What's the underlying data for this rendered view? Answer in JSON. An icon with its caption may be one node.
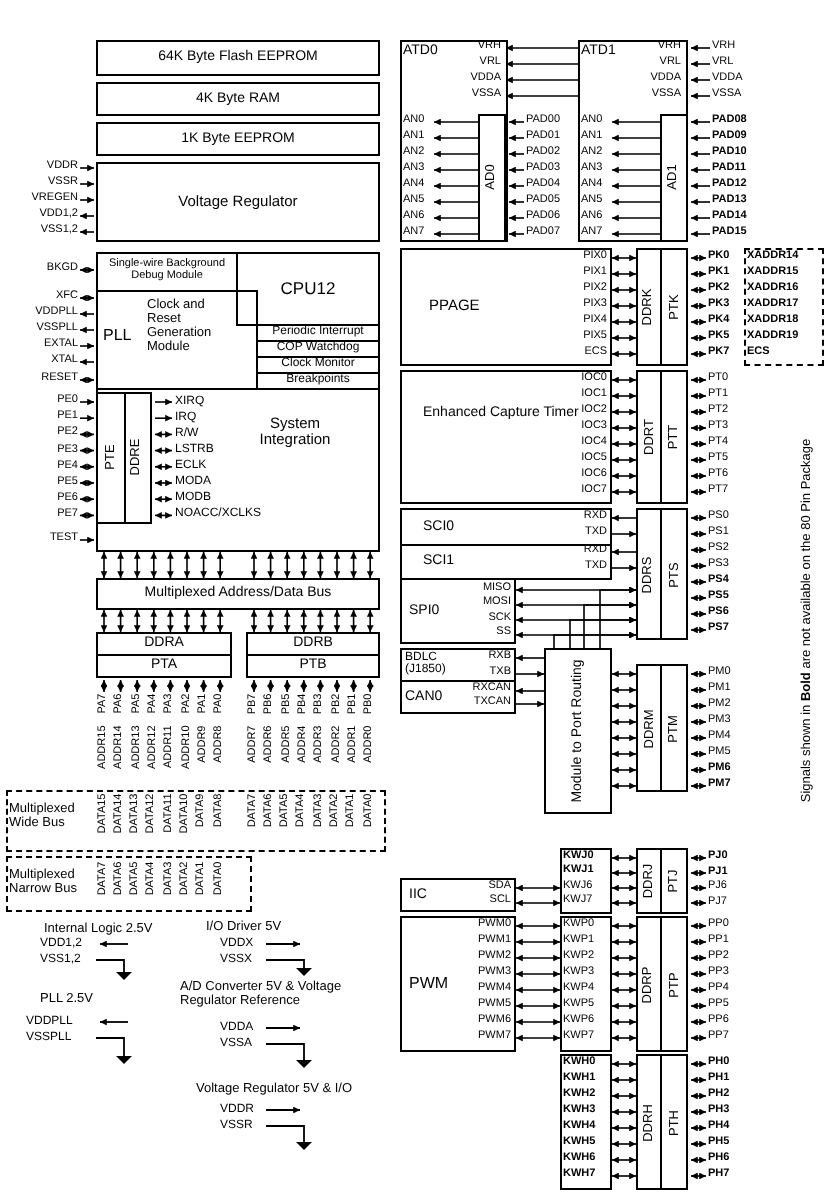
{
  "diagram": {
    "nodes": [
      {
        "text": [
          "64K Byte Flash EEPROM"
        ]
      },
      {
        "text": [
          "4K Byte RAM"
        ]
      },
      {
        "text": [
          "1K Byte EEPROM"
        ]
      },
      {
        "text": [
          "Voltage Regulator"
        ]
      },
      {
        "text": [
          "Single-wire Background Debug Module"
        ]
      },
      {
        "text": [
          "CPU12"
        ]
      },
      {
        "text": [
          "PLL",
          "Clock and Reset Generation Module"
        ]
      },
      {
        "text": [
          "Periodic Interrupt"
        ]
      },
      {
        "text": [
          "COP Watchdog"
        ]
      },
      {
        "text": [
          "Clock Monitor"
        ]
      },
      {
        "text": [
          "Breakpoints"
        ]
      },
      {
        "text": [
          "System Integration",
          "XIRQ",
          "IRQ",
          "R/W",
          "LSTRB",
          "ECLK",
          "MODA",
          "MODB",
          "NOACC/XCLKS"
        ]
      },
      {
        "text": [
          "PTE"
        ],
        "in": 11
      },
      {
        "text": [
          "DDRE"
        ],
        "in": 11
      },
      {
        "text": [
          "ATD0",
          "VRH",
          "VRL",
          "VDDA",
          "VSSA",
          "AN0",
          "AN1",
          "AN2",
          "AN3",
          "AN4",
          "AN5",
          "AN6",
          "AN7"
        ]
      },
      {
        "text": [
          "AD0"
        ],
        "in": 14
      },
      {
        "text": [
          "ATD1",
          "VRH",
          "VRL",
          "VDDA",
          "VSSA",
          "AN0",
          "AN1",
          "AN2",
          "AN3",
          "AN4",
          "AN5",
          "AN6",
          "AN7"
        ]
      },
      {
        "text": [
          "AD1"
        ],
        "in": 16
      },
      {
        "text": [
          "PPAGE",
          "PIX0",
          "PIX1",
          "PIX2",
          "PIX3",
          "PIX4",
          "PIX5",
          "ECS"
        ]
      },
      {
        "text": [
          "DDRK"
        ]
      },
      {
        "text": [
          "PTK"
        ]
      },
      {
        "text": [
          "Enhanced Capture Timer",
          "IOC0",
          "IOC1",
          "IOC2",
          "IOC3",
          "IOC4",
          "IOC5",
          "IOC6",
          "IOC7"
        ]
      },
      {
        "text": [
          "DDRT"
        ]
      },
      {
        "text": [
          "PTT"
        ]
      },
      {
        "text": [
          "SCI0",
          "RXD",
          "TXD"
        ]
      },
      {
        "text": [
          "SCI1",
          "RXD",
          "TXD"
        ]
      },
      {
        "text": [
          "SPI0",
          "MISO",
          "MOSI",
          "SCK",
          "SS"
        ]
      },
      {
        "text": [
          "DDRS"
        ]
      },
      {
        "text": [
          "PTS"
        ]
      },
      {
        "text": [
          "BDLC (J1850)",
          "RXB",
          "TXB"
        ]
      },
      {
        "text": [
          "CAN0",
          "RXCAN",
          "TXCAN"
        ]
      },
      {
        "text": [
          "Module to Port Routing"
        ]
      },
      {
        "text": [
          "DDRM"
        ]
      },
      {
        "text": [
          "PTM"
        ]
      },
      {
        "text": [
          "IIC",
          "SDA",
          "SCL"
        ]
      },
      {
        "text": [
          "PWM",
          "PWM0",
          "PWM1",
          "PWM2",
          "PWM3",
          "PWM4",
          "PWM5",
          "PWM6",
          "PWM7"
        ]
      },
      {
        "text": [
          "KWJ0",
          "KWJ1",
          "KWJ6",
          "KWJ7"
        ]
      },
      {
        "text": [
          "DDRJ"
        ]
      },
      {
        "text": [
          "PTJ"
        ]
      },
      {
        "text": [
          "KWP0",
          "KWP1",
          "KWP2",
          "KWP3",
          "KWP4",
          "KWP5",
          "KWP6",
          "KWP7"
        ]
      },
      {
        "text": [
          "DDRP"
        ]
      },
      {
        "text": [
          "PTP"
        ]
      },
      {
        "text": [
          "KWH0",
          "KWH1",
          "KWH2",
          "KWH3",
          "KWH4",
          "KWH5",
          "KWH6",
          "KWH7"
        ]
      },
      {
        "text": [
          "DDRH"
        ]
      },
      {
        "text": [
          "PTH"
        ]
      },
      {
        "text": [
          "Multiplexed Address/Data Bus"
        ]
      },
      {
        "text": [
          "DDRA"
        ]
      },
      {
        "text": [
          "PTA"
        ]
      },
      {
        "text": [
          "DDRB"
        ]
      },
      {
        "text": [
          "PTB"
        ]
      },
      {
        "text": [
          "XADDR14",
          "XADDR15",
          "XADDR16",
          "XADDR17",
          "XADDR18",
          "XADDR19",
          "ECS"
        ]
      },
      {
        "text": [
          "Multiplexed Wide Bus",
          "DATA15",
          "DATA14",
          "DATA13",
          "DATA12",
          "DATA11",
          "DATA10",
          "DATA9",
          "DATA8",
          "DATA7",
          "DATA6",
          "DATA5",
          "DATA4",
          "DATA3",
          "DATA2",
          "DATA1",
          "DATA0"
        ]
      },
      {
        "text": [
          "Multiplexed Narrow Bus",
          "DATA7",
          "DATA6",
          "DATA5",
          "DATA4",
          "DATA3",
          "DATA2",
          "DATA1",
          "DATA0"
        ]
      }
    ],
    "edges": [
      {
        "from": 16,
        "to": 14,
        "arrow": "to"
      },
      {
        "from": 16,
        "to": 14,
        "arrow": "to"
      },
      {
        "from": 16,
        "to": 14,
        "arrow": "to"
      },
      {
        "from": 16,
        "to": 14,
        "arrow": "to"
      },
      {
        "from": 15,
        "to": 14,
        "arrow": "to"
      },
      {
        "from": 15,
        "to": 14,
        "arrow": "to"
      },
      {
        "from": 15,
        "to": 14,
        "arrow": "to"
      },
      {
        "from": 15,
        "to": 14,
        "arrow": "to"
      },
      {
        "from": 15,
        "to": 14,
        "arrow": "to"
      },
      {
        "from": 15,
        "to": 14,
        "arrow": "to"
      },
      {
        "from": 15,
        "to": 14,
        "arrow": "to"
      },
      {
        "from": 15,
        "to": 14,
        "arrow": "to"
      },
      {
        "from": 17,
        "to": 16,
        "arrow": "to"
      },
      {
        "from": 17,
        "to": 16,
        "arrow": "to"
      },
      {
        "from": 17,
        "to": 16,
        "arrow": "to"
      },
      {
        "from": 17,
        "to": 16,
        "arrow": "to"
      },
      {
        "from": 17,
        "to": 16,
        "arrow": "to"
      },
      {
        "from": 17,
        "to": 16,
        "arrow": "to"
      },
      {
        "from": 17,
        "to": 16,
        "arrow": "to"
      },
      {
        "from": 17,
        "to": 16,
        "arrow": "to"
      },
      {
        "from": 18,
        "to": 19,
        "arrow": "both"
      },
      {
        "from": 18,
        "to": 19,
        "arrow": "both"
      },
      {
        "from": 18,
        "to": 19,
        "arrow": "both"
      },
      {
        "from": 18,
        "to": 19,
        "arrow": "both"
      },
      {
        "from": 18,
        "to": 19,
        "arrow": "both"
      },
      {
        "from": 18,
        "to": 19,
        "arrow": "both"
      },
      {
        "from": 18,
        "to": 19,
        "arrow": "both"
      },
      {
        "from": 21,
        "to": 22,
        "arrow": "both"
      },
      {
        "from": 21,
        "to": 22,
        "arrow": "both"
      },
      {
        "from": 21,
        "to": 22,
        "arrow": "both"
      },
      {
        "from": 21,
        "to": 22,
        "arrow": "both"
      },
      {
        "from": 21,
        "to": 22,
        "arrow": "both"
      },
      {
        "from": 21,
        "to": 22,
        "arrow": "both"
      },
      {
        "from": 21,
        "to": 22,
        "arrow": "both"
      },
      {
        "from": 21,
        "to": 22,
        "arrow": "both"
      },
      {
        "from": 27,
        "to": 24,
        "arrow": "to"
      },
      {
        "from": 24,
        "to": 27,
        "arrow": "to"
      },
      {
        "from": 27,
        "to": 25,
        "arrow": "to"
      },
      {
        "from": 25,
        "to": 27,
        "arrow": "to"
      },
      {
        "from": 26,
        "to": 27,
        "arrow": "both"
      },
      {
        "from": 26,
        "to": 27,
        "arrow": "both"
      },
      {
        "from": 26,
        "to": 27,
        "arrow": "both"
      },
      {
        "from": 26,
        "to": 27,
        "arrow": "both"
      },
      {
        "from": 31,
        "to": 27,
        "arrow": "to"
      },
      {
        "from": 31,
        "to": 27,
        "arrow": "to"
      },
      {
        "from": 31,
        "to": 27,
        "arrow": "to"
      },
      {
        "from": 31,
        "to": 27,
        "arrow": "to"
      },
      {
        "from": 31,
        "to": 29,
        "arrow": "to"
      },
      {
        "from": 29,
        "to": 31,
        "arrow": "to"
      },
      {
        "from": 31,
        "to": 30,
        "arrow": "to"
      },
      {
        "from": 30,
        "to": 31,
        "arrow": "to"
      },
      {
        "from": 31,
        "to": 32,
        "arrow": "both"
      },
      {
        "from": 31,
        "to": 32,
        "arrow": "both"
      },
      {
        "from": 31,
        "to": 32,
        "arrow": "both"
      },
      {
        "from": 31,
        "to": 32,
        "arrow": "both"
      },
      {
        "from": 31,
        "to": 32,
        "arrow": "both"
      },
      {
        "from": 31,
        "to": 32,
        "arrow": "both"
      },
      {
        "from": 31,
        "to": 32,
        "arrow": "both"
      },
      {
        "from": 31,
        "to": 32,
        "arrow": "both"
      },
      {
        "from": 34,
        "to": 36,
        "arrow": "both"
      },
      {
        "from": 34,
        "to": 36,
        "arrow": "both"
      },
      {
        "from": 35,
        "to": 39,
        "arrow": "both"
      },
      {
        "from": 35,
        "to": 39,
        "arrow": "both"
      },
      {
        "from": 35,
        "to": 39,
        "arrow": "both"
      },
      {
        "from": 35,
        "to": 39,
        "arrow": "both"
      },
      {
        "from": 35,
        "to": 39,
        "arrow": "both"
      },
      {
        "from": 35,
        "to": 39,
        "arrow": "both"
      },
      {
        "from": 35,
        "to": 39,
        "arrow": "both"
      },
      {
        "from": 35,
        "to": 39,
        "arrow": "both"
      },
      {
        "from": 36,
        "to": 37,
        "arrow": "both"
      },
      {
        "from": 36,
        "to": 37,
        "arrow": "both"
      },
      {
        "from": 36,
        "to": 37,
        "arrow": "both"
      },
      {
        "from": 36,
        "to": 37,
        "arrow": "both"
      },
      {
        "from": 39,
        "to": 40,
        "arrow": "both"
      },
      {
        "from": 39,
        "to": 40,
        "arrow": "both"
      },
      {
        "from": 39,
        "to": 40,
        "arrow": "both"
      },
      {
        "from": 39,
        "to": 40,
        "arrow": "both"
      },
      {
        "from": 39,
        "to": 40,
        "arrow": "both"
      },
      {
        "from": 39,
        "to": 40,
        "arrow": "both"
      },
      {
        "from": 39,
        "to": 40,
        "arrow": "both"
      },
      {
        "from": 39,
        "to": 40,
        "arrow": "both"
      },
      {
        "from": 42,
        "to": 43,
        "arrow": "both"
      },
      {
        "from": 42,
        "to": 43,
        "arrow": "both"
      },
      {
        "from": 42,
        "to": 43,
        "arrow": "both"
      },
      {
        "from": 42,
        "to": 43,
        "arrow": "both"
      },
      {
        "from": 42,
        "to": 43,
        "arrow": "both"
      },
      {
        "from": 42,
        "to": 43,
        "arrow": "both"
      },
      {
        "from": 42,
        "to": 43,
        "arrow": "both"
      },
      {
        "from": 42,
        "to": 43,
        "arrow": "both"
      },
      {
        "from": 11,
        "to": 45,
        "arrow": "both"
      },
      {
        "from": 11,
        "to": 45,
        "arrow": "both"
      },
      {
        "from": 11,
        "to": 45,
        "arrow": "both"
      },
      {
        "from": 11,
        "to": 45,
        "arrow": "both"
      },
      {
        "from": 11,
        "to": 45,
        "arrow": "both"
      },
      {
        "from": 11,
        "to": 45,
        "arrow": "both"
      },
      {
        "from": 11,
        "to": 45,
        "arrow": "both"
      },
      {
        "from": 11,
        "to": 45,
        "arrow": "both"
      },
      {
        "from": 11,
        "to": 45,
        "arrow": "both"
      },
      {
        "from": 11,
        "to": 45,
        "arrow": "both"
      },
      {
        "from": 11,
        "to": 45,
        "arrow": "both"
      },
      {
        "from": 11,
        "to": 45,
        "arrow": "both"
      },
      {
        "from": 11,
        "to": 45,
        "arrow": "both"
      },
      {
        "from": 11,
        "to": 45,
        "arrow": "both"
      },
      {
        "from": 11,
        "to": 45,
        "arrow": "both"
      },
      {
        "from": 11,
        "to": 45,
        "arrow": "both"
      },
      {
        "from": 45,
        "to": 46,
        "arrow": "both"
      },
      {
        "from": 45,
        "to": 46,
        "arrow": "both"
      },
      {
        "from": 45,
        "to": 46,
        "arrow": "both"
      },
      {
        "from": 45,
        "to": 46,
        "arrow": "both"
      },
      {
        "from": 45,
        "to": 46,
        "arrow": "both"
      },
      {
        "from": 45,
        "to": 46,
        "arrow": "both"
      },
      {
        "from": 45,
        "to": 46,
        "arrow": "both"
      },
      {
        "from": 45,
        "to": 46,
        "arrow": "both"
      },
      {
        "from": 45,
        "to": 48,
        "arrow": "both"
      },
      {
        "from": 45,
        "to": 48,
        "arrow": "both"
      },
      {
        "from": 45,
        "to": 48,
        "arrow": "both"
      },
      {
        "from": 45,
        "to": 48,
        "arrow": "both"
      },
      {
        "from": 45,
        "to": 48,
        "arrow": "both"
      },
      {
        "from": 45,
        "to": 48,
        "arrow": "both"
      },
      {
        "from": 45,
        "to": 48,
        "arrow": "both"
      },
      {
        "from": 45,
        "to": 48,
        "arrow": "both"
      }
    ],
    "labels": [
      "VDDR",
      "VSSR",
      "VREGEN",
      "VDD1,2",
      "VSS1,2",
      "BKGD",
      "XFC",
      "VDDPLL",
      "VSSPLL",
      "EXTAL",
      "XTAL",
      "RESET",
      "PE0",
      "PE1",
      "PE2",
      "PE3",
      "PE4",
      "PE5",
      "PE6",
      "PE7",
      "TEST",
      "PAD00",
      "PAD01",
      "PAD02",
      "PAD03",
      "PAD04",
      "PAD05",
      "PAD06",
      "PAD07",
      "VRH",
      "VRL",
      "VDDA",
      "VSSA",
      "PAD08",
      "PAD09",
      "PAD10",
      "PAD11",
      "PAD12",
      "PAD13",
      "PAD14",
      "PAD15",
      "PK0",
      "PK1",
      "PK2",
      "PK3",
      "PK4",
      "PK5",
      "PK7",
      "PT0",
      "PT1",
      "PT2",
      "PT3",
      "PT4",
      "PT5",
      "PT6",
      "PT7",
      "PS0",
      "PS1",
      "PS2",
      "PS3",
      "PS4",
      "PS5",
      "PS6",
      "PS7",
      "PM0",
      "PM1",
      "PM2",
      "PM3",
      "PM4",
      "PM5",
      "PM6",
      "PM7",
      "PJ0",
      "PJ1",
      "PJ6",
      "PJ7",
      "PP0",
      "PP1",
      "PP2",
      "PP3",
      "PP4",
      "PP5",
      "PP6",
      "PP7",
      "PH0",
      "PH1",
      "PH2",
      "PH3",
      "PH4",
      "PH5",
      "PH6",
      "PH7",
      "PA7",
      "PA6",
      "PA5",
      "PA4",
      "PA3",
      "PA2",
      "PA1",
      "PA0",
      "ADDR15",
      "ADDR14",
      "ADDR13",
      "ADDR12",
      "ADDR11",
      "ADDR10",
      "ADDR9",
      "ADDR8",
      "PB7",
      "PB6",
      "PB5",
      "PB4",
      "PB3",
      "PB2",
      "PB1",
      "PB0",
      "ADDR7",
      "ADDR6",
      "ADDR5",
      "ADDR4",
      "ADDR3",
      "ADDR2",
      "ADDR1",
      "ADDR0",
      "Internal Logic 2.5V",
      "VDD1,2",
      "VSS1,2",
      "I/O Driver 5V",
      "VDDX",
      "VSSX",
      "PLL 2.5V",
      "VDDPLL",
      "VSSPLL",
      "A/D Converter 5V & Voltage Regulator Reference",
      "VDDA",
      "VSSA",
      "Voltage Regulator 5V & I/O",
      "VDDR",
      "VSSR",
      "Signals shown in **Bold** are not available on the 80 Pin Package"
    ]
  }
}
